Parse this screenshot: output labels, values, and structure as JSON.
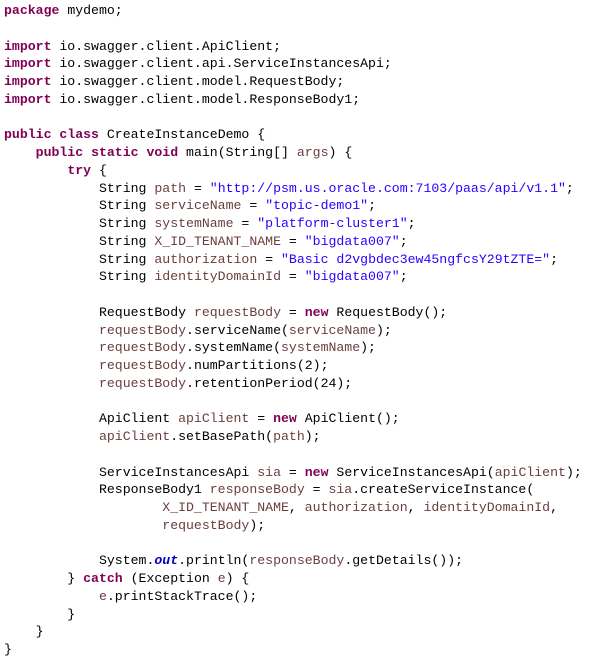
{
  "colors": {
    "keyword": "#7F0055",
    "string": "#2A00FF",
    "variable": "#6A3E3E",
    "static_field": "#0000C0",
    "plain": "#000000"
  },
  "code": {
    "lines": [
      [
        [
          "k",
          "package"
        ],
        [
          "p",
          " mydemo;"
        ]
      ],
      [],
      [
        [
          "k",
          "import"
        ],
        [
          "p",
          " io.swagger.client.ApiClient;"
        ]
      ],
      [
        [
          "k",
          "import"
        ],
        [
          "p",
          " io.swagger.client.api.ServiceInstancesApi;"
        ]
      ],
      [
        [
          "k",
          "import"
        ],
        [
          "p",
          " io.swagger.client.model.RequestBody;"
        ]
      ],
      [
        [
          "k",
          "import"
        ],
        [
          "p",
          " io.swagger.client.model.ResponseBody1;"
        ]
      ],
      [],
      [
        [
          "k",
          "public"
        ],
        [
          "p",
          " "
        ],
        [
          "k",
          "class"
        ],
        [
          "p",
          " CreateInstanceDemo {"
        ]
      ],
      [
        [
          "p",
          "    "
        ],
        [
          "k",
          "public"
        ],
        [
          "p",
          " "
        ],
        [
          "k",
          "static"
        ],
        [
          "p",
          " "
        ],
        [
          "k",
          "void"
        ],
        [
          "p",
          " main(String[] "
        ],
        [
          "v",
          "args"
        ],
        [
          "p",
          ") {"
        ]
      ],
      [
        [
          "p",
          "        "
        ],
        [
          "k",
          "try"
        ],
        [
          "p",
          " {"
        ]
      ],
      [
        [
          "p",
          "            String "
        ],
        [
          "v",
          "path"
        ],
        [
          "p",
          " = "
        ],
        [
          "s",
          "\"http://psm.us.oracle.com:7103/paas/api/v1.1\""
        ],
        [
          "p",
          ";"
        ]
      ],
      [
        [
          "p",
          "            String "
        ],
        [
          "v",
          "serviceName"
        ],
        [
          "p",
          " = "
        ],
        [
          "s",
          "\"topic-demo1\""
        ],
        [
          "p",
          ";"
        ]
      ],
      [
        [
          "p",
          "            String "
        ],
        [
          "v",
          "systemName"
        ],
        [
          "p",
          " = "
        ],
        [
          "s",
          "\"platform-cluster1\""
        ],
        [
          "p",
          ";"
        ]
      ],
      [
        [
          "p",
          "            String "
        ],
        [
          "v",
          "X_ID_TENANT_NAME"
        ],
        [
          "p",
          " = "
        ],
        [
          "s",
          "\"bigdata007\""
        ],
        [
          "p",
          ";"
        ]
      ],
      [
        [
          "p",
          "            String "
        ],
        [
          "v",
          "authorization"
        ],
        [
          "p",
          " = "
        ],
        [
          "s",
          "\"Basic d2vgbdec3ew45ngfcsY29tZTE=\""
        ],
        [
          "p",
          ";"
        ]
      ],
      [
        [
          "p",
          "            String "
        ],
        [
          "v",
          "identityDomainId"
        ],
        [
          "p",
          " = "
        ],
        [
          "s",
          "\"bigdata007\""
        ],
        [
          "p",
          ";"
        ]
      ],
      [],
      [
        [
          "p",
          "            RequestBody "
        ],
        [
          "v",
          "requestBody"
        ],
        [
          "p",
          " = "
        ],
        [
          "k",
          "new"
        ],
        [
          "p",
          " RequestBody();"
        ]
      ],
      [
        [
          "p",
          "            "
        ],
        [
          "v",
          "requestBody"
        ],
        [
          "p",
          ".serviceName("
        ],
        [
          "v",
          "serviceName"
        ],
        [
          "p",
          ");"
        ]
      ],
      [
        [
          "p",
          "            "
        ],
        [
          "v",
          "requestBody"
        ],
        [
          "p",
          ".systemName("
        ],
        [
          "v",
          "systemName"
        ],
        [
          "p",
          ");"
        ]
      ],
      [
        [
          "p",
          "            "
        ],
        [
          "v",
          "requestBody"
        ],
        [
          "p",
          ".numPartitions(2);"
        ]
      ],
      [
        [
          "p",
          "            "
        ],
        [
          "v",
          "requestBody"
        ],
        [
          "p",
          ".retentionPeriod(24);"
        ]
      ],
      [],
      [
        [
          "p",
          "            ApiClient "
        ],
        [
          "v",
          "apiClient"
        ],
        [
          "p",
          " = "
        ],
        [
          "k",
          "new"
        ],
        [
          "p",
          " ApiClient();"
        ]
      ],
      [
        [
          "p",
          "            "
        ],
        [
          "v",
          "apiClient"
        ],
        [
          "p",
          ".setBasePath("
        ],
        [
          "v",
          "path"
        ],
        [
          "p",
          ");"
        ]
      ],
      [],
      [
        [
          "p",
          "            ServiceInstancesApi "
        ],
        [
          "v",
          "sia"
        ],
        [
          "p",
          " = "
        ],
        [
          "k",
          "new"
        ],
        [
          "p",
          " ServiceInstancesApi("
        ],
        [
          "v",
          "apiClient"
        ],
        [
          "p",
          ");"
        ]
      ],
      [
        [
          "p",
          "            ResponseBody1 "
        ],
        [
          "v",
          "responseBody"
        ],
        [
          "p",
          " = "
        ],
        [
          "v",
          "sia"
        ],
        [
          "p",
          ".createServiceInstance("
        ]
      ],
      [
        [
          "p",
          "                    "
        ],
        [
          "v",
          "X_ID_TENANT_NAME"
        ],
        [
          "p",
          ", "
        ],
        [
          "v",
          "authorization"
        ],
        [
          "p",
          ", "
        ],
        [
          "v",
          "identityDomainId"
        ],
        [
          "p",
          ","
        ]
      ],
      [
        [
          "p",
          "                    "
        ],
        [
          "v",
          "requestBody"
        ],
        [
          "p",
          ");"
        ]
      ],
      [],
      [
        [
          "p",
          "            System."
        ],
        [
          "f",
          "out"
        ],
        [
          "p",
          ".println("
        ],
        [
          "v",
          "responseBody"
        ],
        [
          "p",
          ".getDetails());"
        ]
      ],
      [
        [
          "p",
          "        } "
        ],
        [
          "k",
          "catch"
        ],
        [
          "p",
          " (Exception "
        ],
        [
          "v",
          "e"
        ],
        [
          "p",
          ") {"
        ]
      ],
      [
        [
          "p",
          "            "
        ],
        [
          "v",
          "e"
        ],
        [
          "p",
          ".printStackTrace();"
        ]
      ],
      [
        [
          "p",
          "        }"
        ]
      ],
      [
        [
          "p",
          "    }"
        ]
      ],
      [
        [
          "p",
          "}"
        ]
      ]
    ]
  }
}
